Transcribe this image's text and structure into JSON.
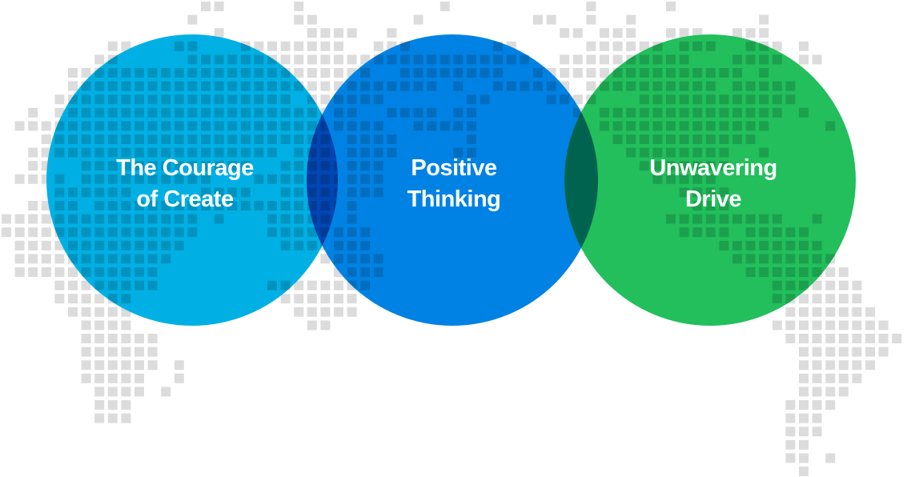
{
  "diagram": {
    "type": "venn-three-circles",
    "background": "dotted-world-map",
    "map_dot_color": "#dcdcdc",
    "circles": [
      {
        "id": "courage",
        "lines": [
          "The Courage",
          "of Create"
        ],
        "color": "#00b0e4"
      },
      {
        "id": "positive",
        "lines": [
          "Positive",
          "Thinking"
        ],
        "color": "#0082e4"
      },
      {
        "id": "drive",
        "lines": [
          "Unwavering",
          "Drive"
        ],
        "color": "#22bf5c"
      }
    ],
    "overlap_colors": {
      "courage_positive": "#0047b4",
      "positive_drive": "#00634f"
    }
  }
}
